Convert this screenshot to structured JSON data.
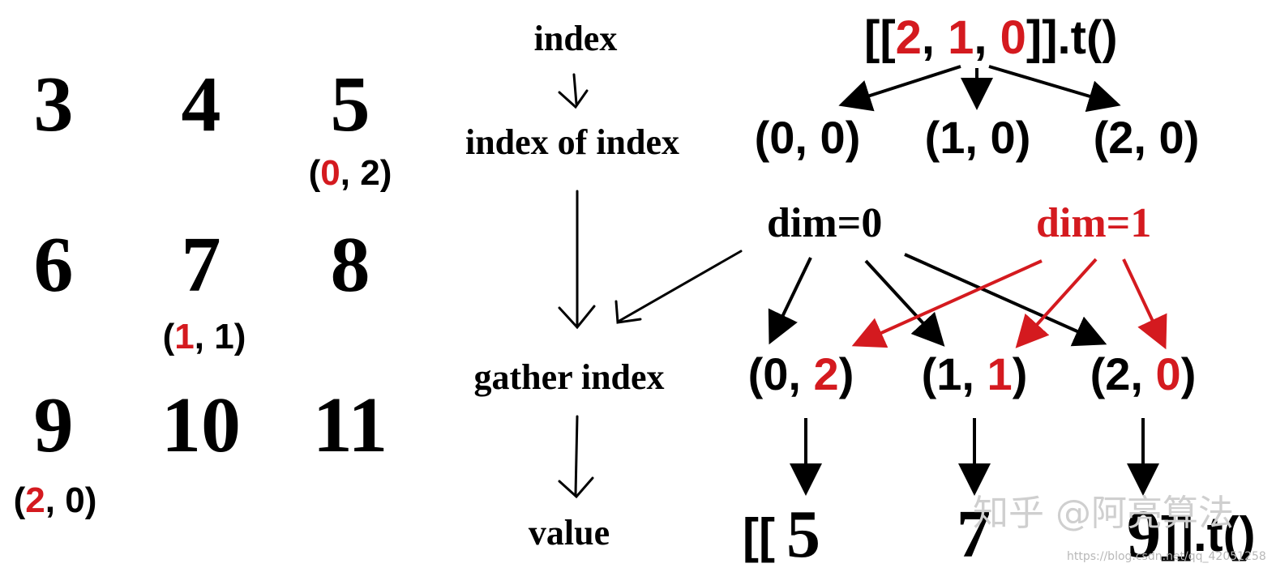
{
  "matrix": {
    "cells": [
      "3",
      "4",
      "5",
      "6",
      "7",
      "8",
      "9",
      "10",
      "11"
    ],
    "coords": {
      "c5": {
        "open": "(",
        "red": "0",
        "rest": ", 2)"
      },
      "c7": {
        "open": "(",
        "red": "1",
        "rest": ", 1)"
      },
      "c9": {
        "open": "(",
        "red": "2",
        "rest": ", 0)"
      }
    }
  },
  "steps": {
    "index": "index",
    "index_of_index": "index of index",
    "gather_index": "gather index",
    "value": "value"
  },
  "top_expr": {
    "open": "[[",
    "a": "2",
    "sep1": ", ",
    "b": "1",
    "sep2": ", ",
    "c": "0",
    "close": "]].t()"
  },
  "index_of_index": [
    "(0, 0)",
    "(1, 0)",
    "(2, 0)"
  ],
  "dims": {
    "dim0": "dim=0",
    "dim1": "dim=1"
  },
  "gather": [
    {
      "open": "(0, ",
      "red": "2",
      "close": ")"
    },
    {
      "open": "(1, ",
      "red": "1",
      "close": ")"
    },
    {
      "open": "(2, ",
      "red": "0",
      "close": ")"
    }
  ],
  "values": {
    "open": "[[",
    "v1": "5",
    "v2": "7",
    "v3": "9",
    "close": "]].t()"
  },
  "watermark": {
    "text": "知乎 @阿亮算法",
    "url": "https://blog.csdn.net/qq_42051258"
  },
  "colors": {
    "accent_red": "#d41a1f",
    "ink": "#000000"
  }
}
